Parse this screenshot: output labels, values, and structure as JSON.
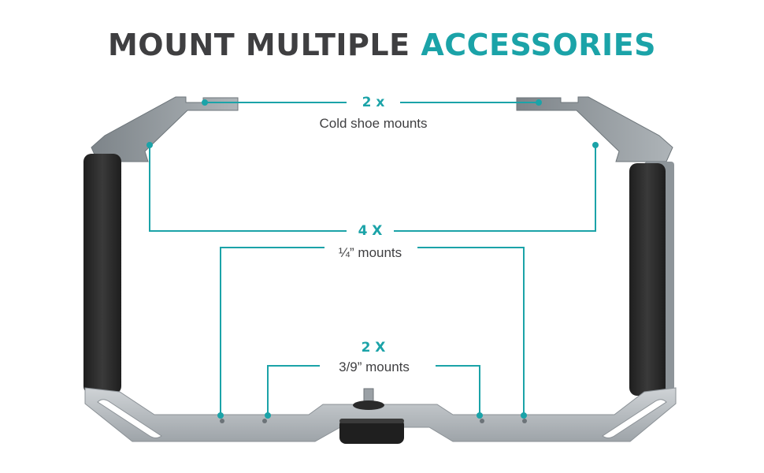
{
  "title": {
    "part1": "MOUNT MULTIPLE",
    "part2": "ACCESSORIES"
  },
  "callouts": {
    "cold_shoe": {
      "count": "2 x",
      "label": "Cold shoe mounts"
    },
    "quarter": {
      "count": "4 X",
      "label": "¼” mounts"
    },
    "three_ninths": {
      "count": "2 X",
      "label": "3/9” mounts"
    }
  },
  "colors": {
    "accent": "#1ba3a8",
    "title_dark": "#3f3f41",
    "frame_metal": "#b7bcc0",
    "grip_foam": "#2b2b2b"
  }
}
